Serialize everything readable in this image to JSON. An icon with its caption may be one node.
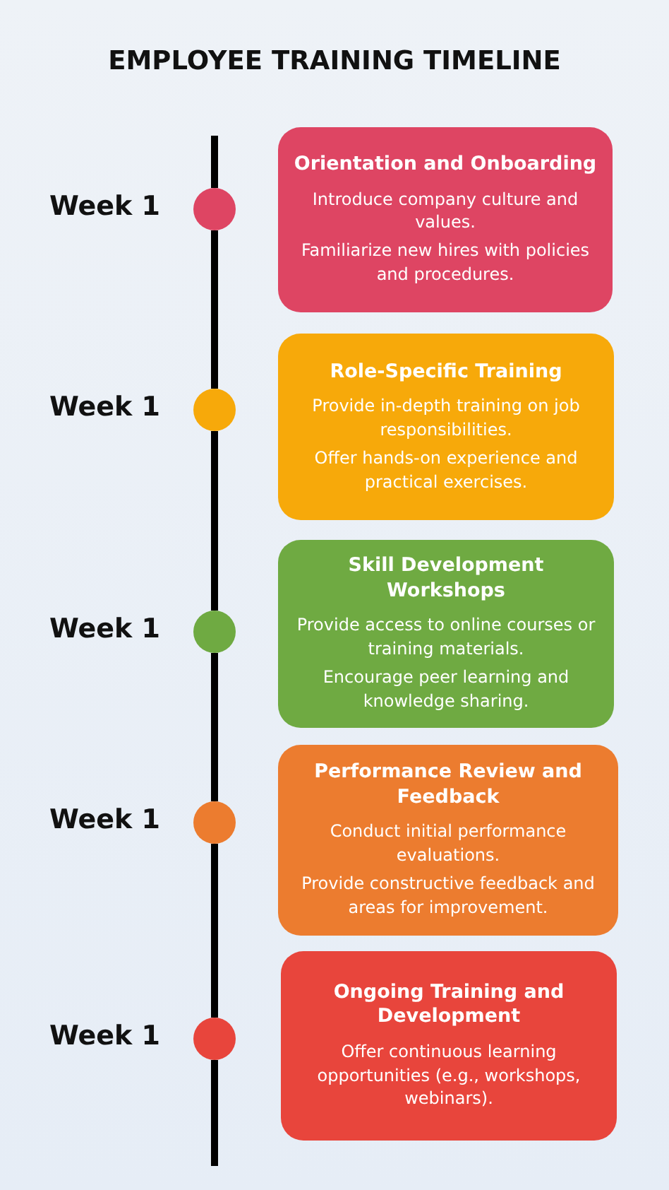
{
  "diagram": {
    "title": "EMPLOYEE TRAINING TIMELINE",
    "nodes": [
      {
        "text": [
          "Orientation and Onboarding",
          "Introduce company culture and values.",
          "Familiarize new hires with policies and procedures."
        ]
      },
      {
        "text": [
          "Role-Specific Training",
          "Provide in-depth training on job responsibilities.",
          "Offer hands-on experience and practical exercises."
        ]
      },
      {
        "text": [
          "Skill Development Workshops",
          "Provide access to online courses or training materials.",
          "Encourage peer learning and knowledge sharing."
        ]
      },
      {
        "text": [
          "Performance Review and Feedback",
          "Conduct initial performance evaluations.",
          "Provide constructive feedback and areas for improvement."
        ]
      },
      {
        "text": [
          "Ongoing Training and Development",
          "Offer continuous learning opportunities (e.g., workshops, webinars)."
        ]
      },
      {
        "text": [],
        "shape": "circle",
        "beside": [
          "Week 1"
        ]
      },
      {
        "text": [],
        "shape": "circle",
        "beside": [
          "Week 1"
        ]
      },
      {
        "text": [],
        "shape": "circle",
        "beside": [
          "Week 1"
        ]
      },
      {
        "text": [],
        "shape": "circle",
        "beside": [
          "Week 1"
        ]
      },
      {
        "text": [],
        "shape": "circle",
        "beside": [
          "Week 1"
        ]
      }
    ],
    "edges": [
      {
        "from": 5,
        "to": 6,
        "arrow": "none"
      },
      {
        "from": 6,
        "to": 7,
        "arrow": "none"
      },
      {
        "from": 7,
        "to": 8,
        "arrow": "none"
      },
      {
        "from": 8,
        "to": 9,
        "arrow": "none"
      }
    ]
  }
}
